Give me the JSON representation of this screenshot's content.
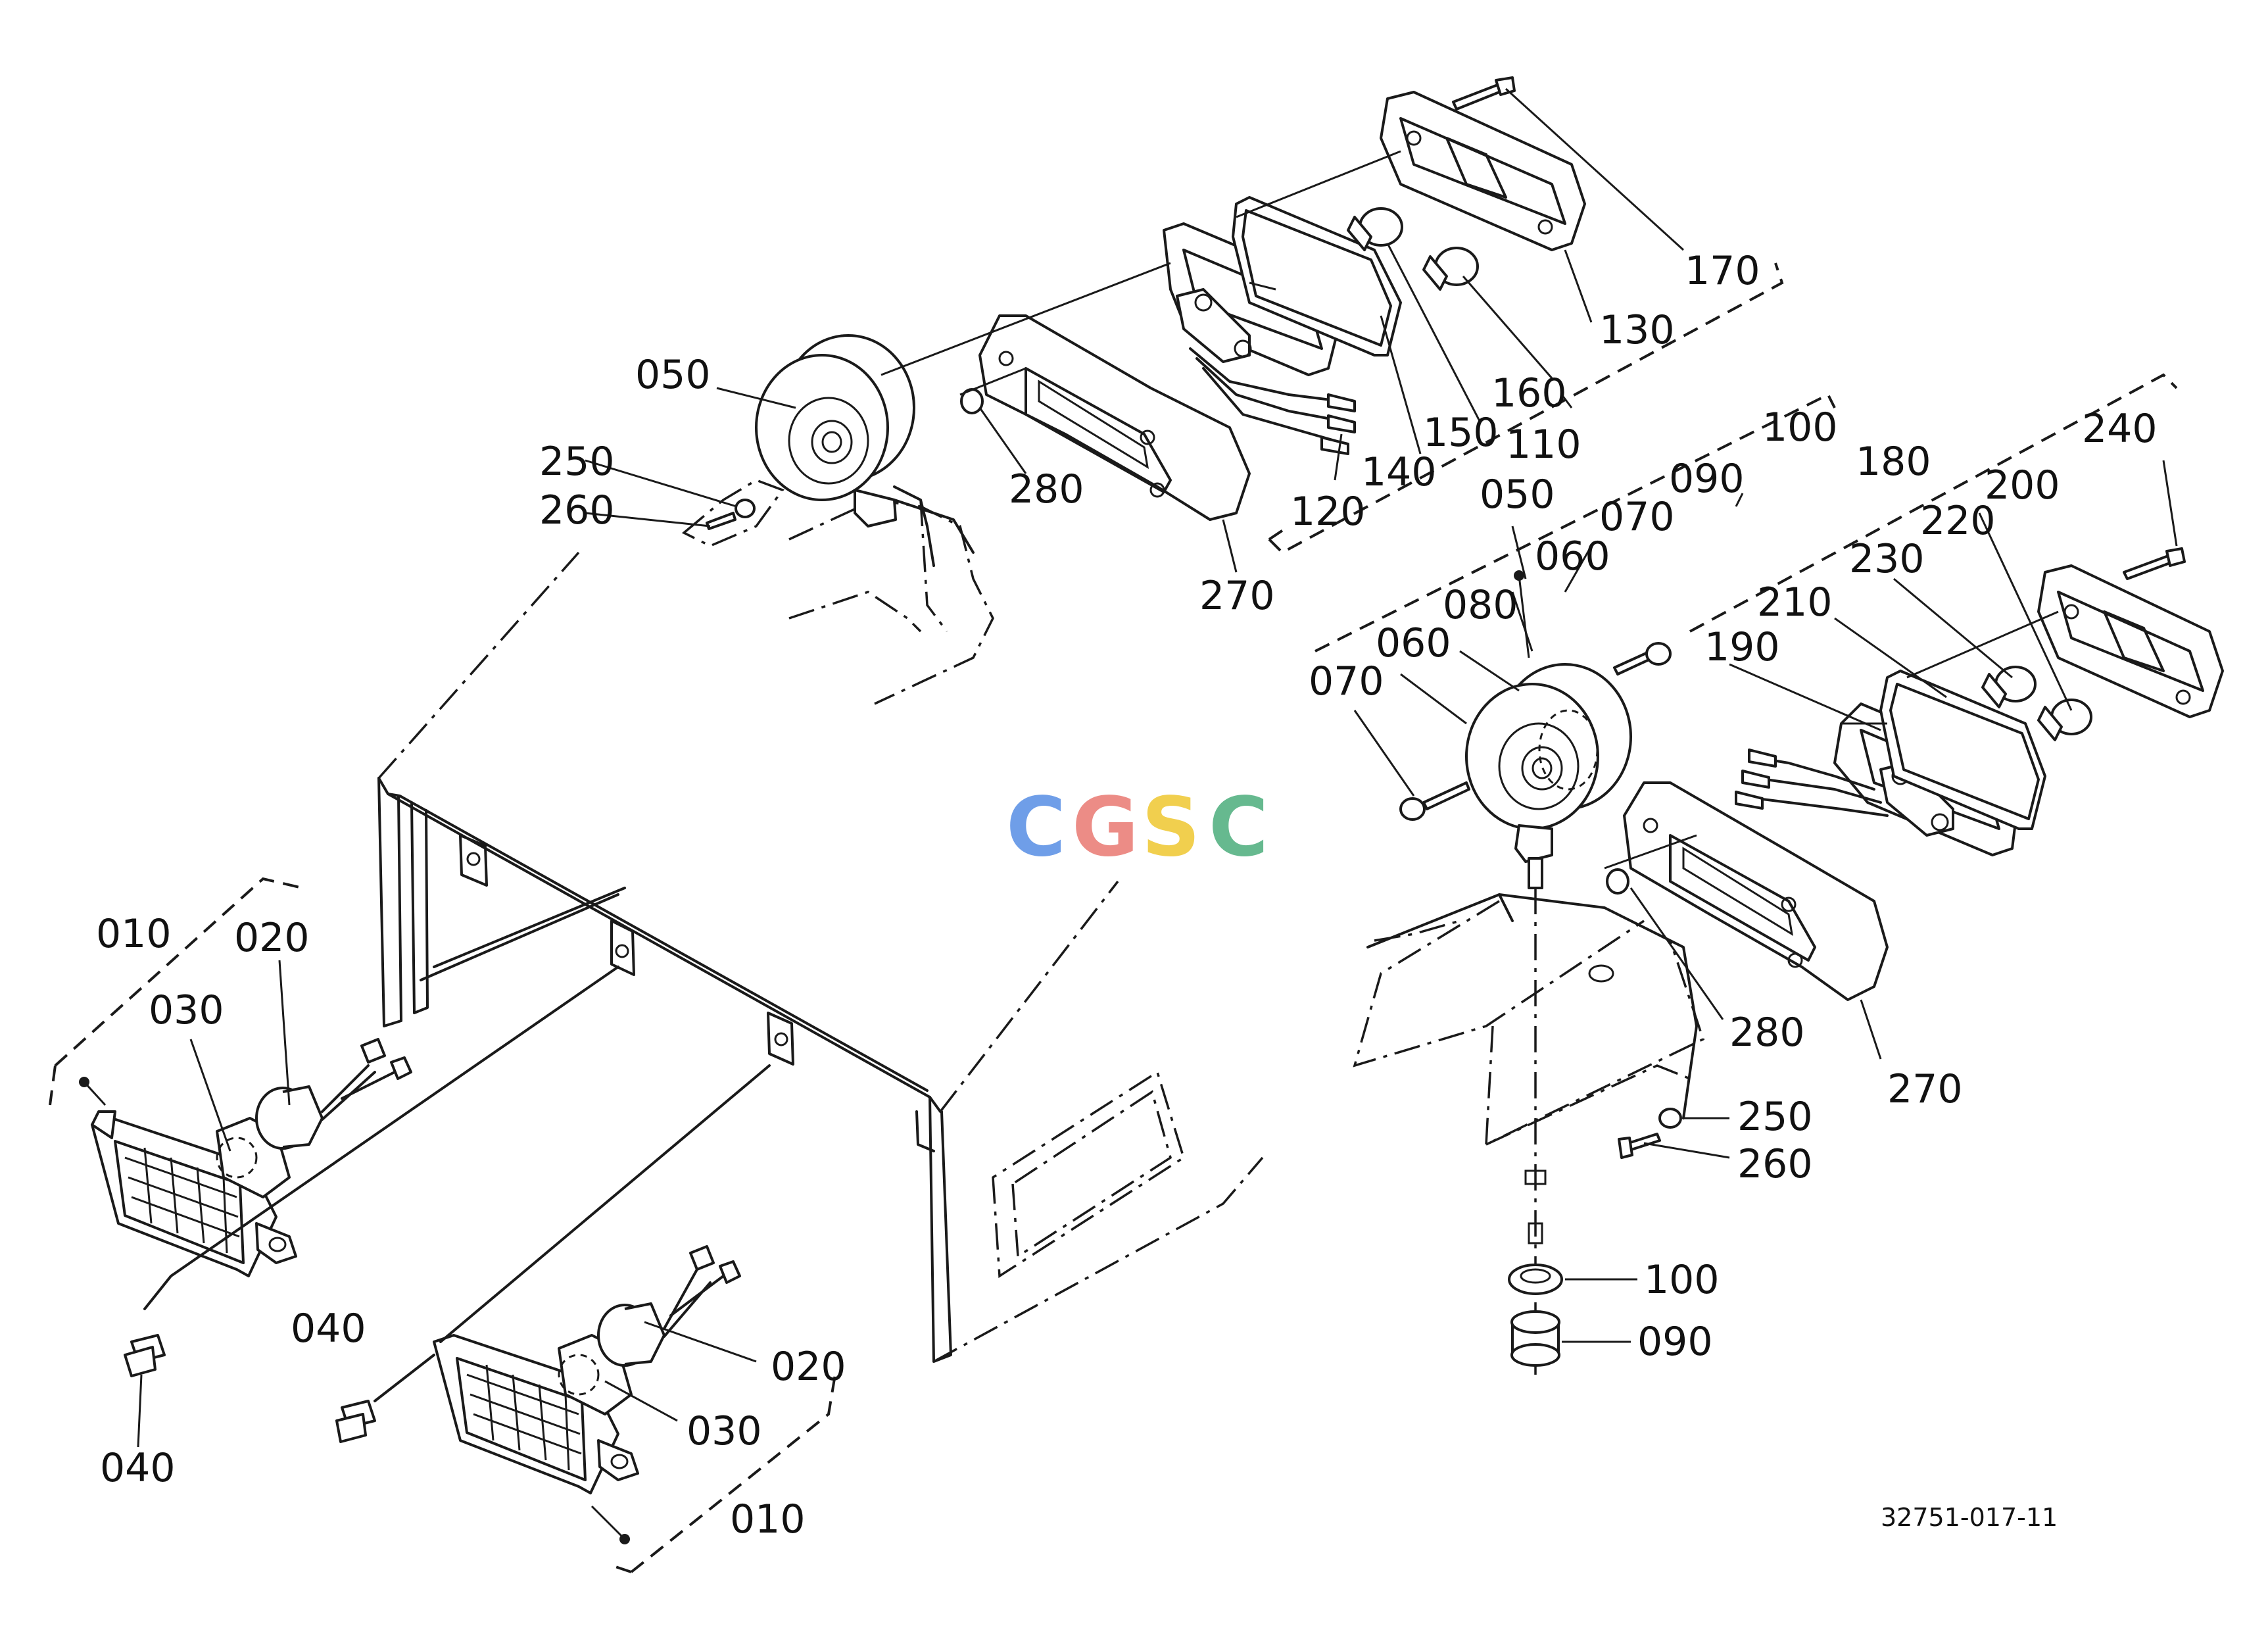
{
  "watermark": {
    "letters": [
      "C",
      "G",
      "S",
      "C"
    ],
    "colors": [
      "#6f9ee8",
      "#ec8c86",
      "#f1cf4e",
      "#66b98f"
    ]
  },
  "reference": "32751-017-11",
  "labels": {
    "l010a": "010",
    "l020a": "020",
    "l030a": "030",
    "l040a": "040",
    "l040b": "040",
    "l020b": "020",
    "l030b": "030",
    "l010b": "010",
    "l050a": "050",
    "l250a": "250",
    "l260a": "260",
    "l280a": "280",
    "l270a": "270",
    "l120": "120",
    "l140": "140",
    "l150": "150",
    "l110": "110",
    "l160": "160",
    "l130": "130",
    "l170": "170",
    "l100a": "100",
    "l090a": "090",
    "l050b": "050",
    "l070a": "070",
    "l060a": "060",
    "l080": "080",
    "l060b": "060",
    "l070b": "070",
    "l180": "180",
    "l240": "240",
    "l200": "200",
    "l220": "220",
    "l230": "230",
    "l210": "210",
    "l190": "190",
    "l280b": "280",
    "l270b": "270",
    "l250b": "250",
    "l260b": "260",
    "l100b": "100",
    "l090b": "090"
  }
}
